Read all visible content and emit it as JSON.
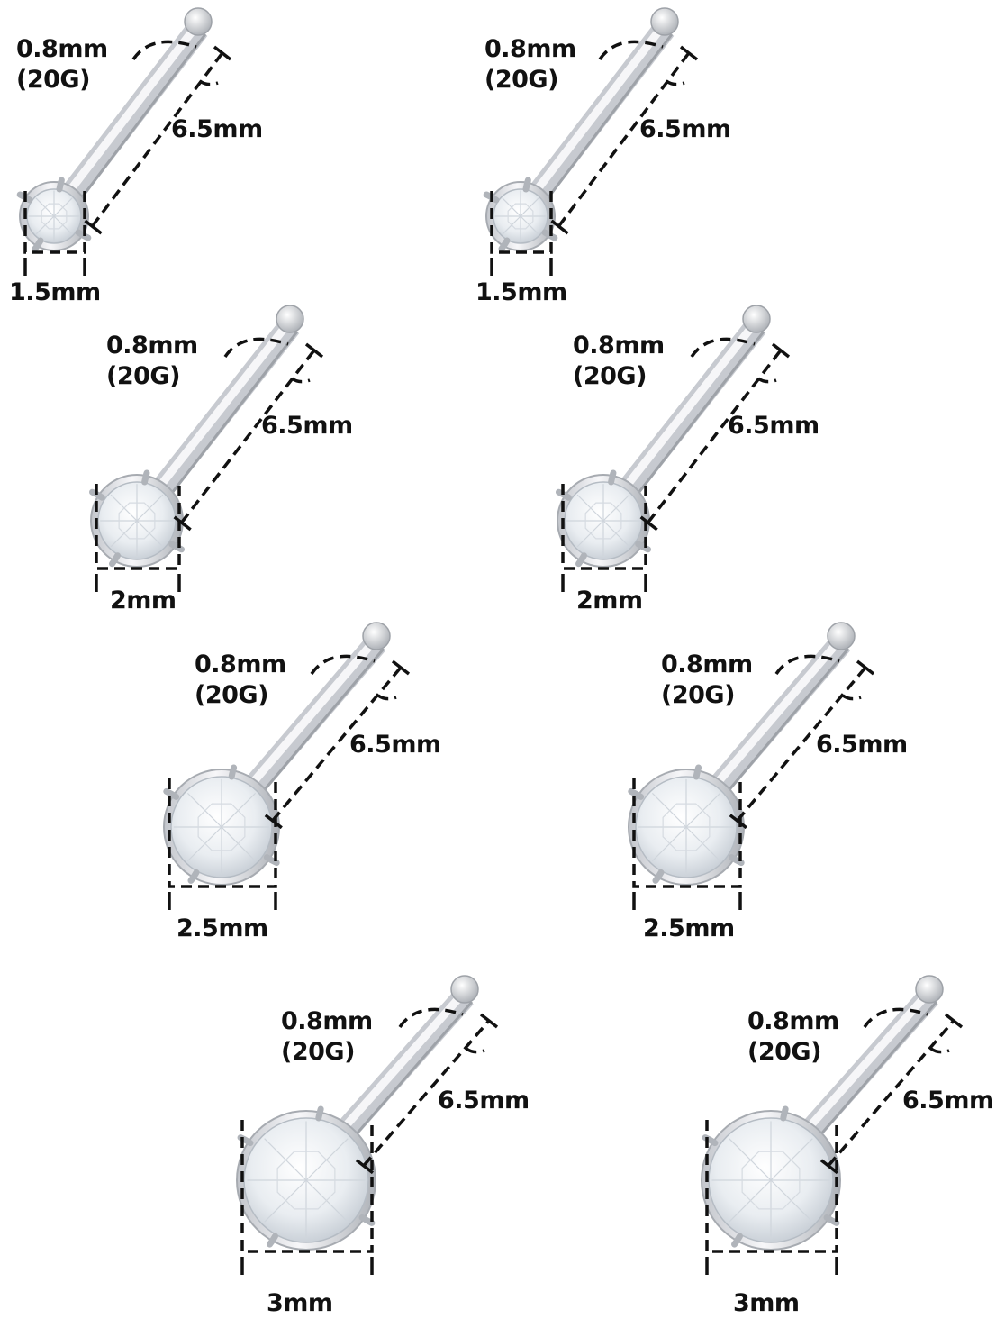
{
  "colors": {
    "background": "#ffffff",
    "text": "#111111",
    "metal_light": "#f4f4f6",
    "metal_dark": "#b9bcc2",
    "gem_light": "#ffffff",
    "gem_shade": "#cdd3da"
  },
  "items": [
    {
      "gauge": "0.8mm",
      "gauge_alt": "(20G)",
      "length": "6.5mm",
      "stone": "1.5mm",
      "stone_mm": 1.5
    },
    {
      "gauge": "0.8mm",
      "gauge_alt": "(20G)",
      "length": "6.5mm",
      "stone": "1.5mm",
      "stone_mm": 1.5
    },
    {
      "gauge": "0.8mm",
      "gauge_alt": "(20G)",
      "length": "6.5mm",
      "stone": "2mm",
      "stone_mm": 2
    },
    {
      "gauge": "0.8mm",
      "gauge_alt": "(20G)",
      "length": "6.5mm",
      "stone": "2mm",
      "stone_mm": 2
    },
    {
      "gauge": "0.8mm",
      "gauge_alt": "(20G)",
      "length": "6.5mm",
      "stone": "2.5mm",
      "stone_mm": 2.5
    },
    {
      "gauge": "0.8mm",
      "gauge_alt": "(20G)",
      "length": "6.5mm",
      "stone": "2.5mm",
      "stone_mm": 2.5
    },
    {
      "gauge": "0.8mm",
      "gauge_alt": "(20G)",
      "length": "6.5mm",
      "stone": "3mm",
      "stone_mm": 3
    },
    {
      "gauge": "0.8mm",
      "gauge_alt": "(20G)",
      "length": "6.5mm",
      "stone": "3mm",
      "stone_mm": 3
    }
  ]
}
